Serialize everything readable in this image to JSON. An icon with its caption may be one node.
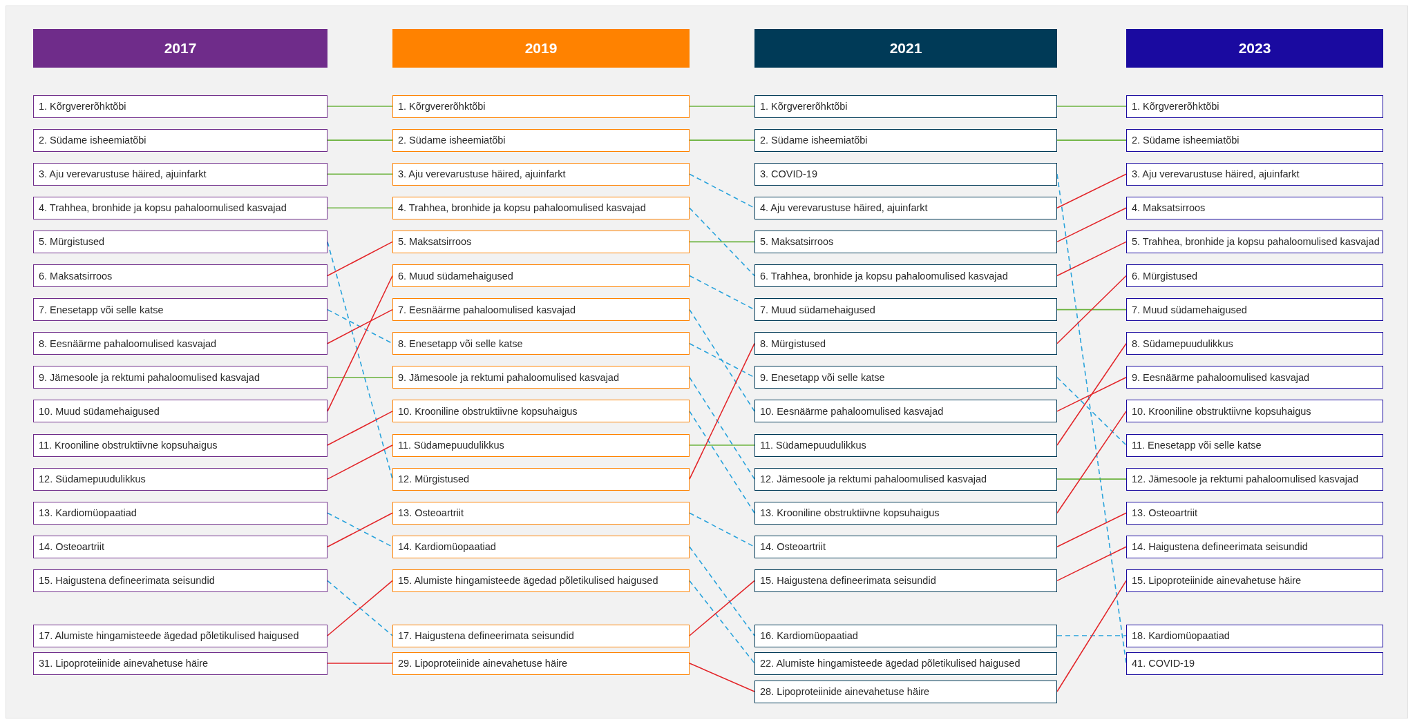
{
  "diagram": {
    "nodes": [
      {
        "text": [
          "2017"
        ]
      },
      {
        "text": [
          "1. Kõrgvererõhktõbi"
        ]
      },
      {
        "text": [
          "2. Südame isheemiatõbi"
        ]
      },
      {
        "text": [
          "3. Aju verevarustuse häired, ajuinfarkt"
        ]
      },
      {
        "text": [
          "4. Trahhea, bronhide ja kopsu pahaloomulised kasvajad"
        ]
      },
      {
        "text": [
          "5. Mürgistused"
        ]
      },
      {
        "text": [
          "6. Maksatsirroos"
        ]
      },
      {
        "text": [
          "7. Enesetapp või selle katse"
        ]
      },
      {
        "text": [
          "8. Eesnäärme pahaloomulised kasvajad"
        ]
      },
      {
        "text": [
          "9. Jämesoole ja rektumi pahaloomulised kasvajad"
        ]
      },
      {
        "text": [
          "10. Muud südamehaigused"
        ]
      },
      {
        "text": [
          "11. Krooniline obstruktiivne kopsuhaigus"
        ]
      },
      {
        "text": [
          "12. Südamepuudulikkus"
        ]
      },
      {
        "text": [
          "13. Kardiomüopaatiad"
        ]
      },
      {
        "text": [
          "14. Osteoartriit"
        ]
      },
      {
        "text": [
          "15. Haigustena defineerimata seisundid"
        ]
      },
      {
        "text": [
          "17. Alumiste hingamisteede ägedad põletikulised haigused"
        ]
      },
      {
        "text": [
          "31. Lipoproteiinide ainevahetuse häire"
        ]
      },
      {
        "text": [
          "2019"
        ]
      },
      {
        "text": [
          "1. Kõrgvererõhktõbi"
        ]
      },
      {
        "text": [
          "2. Südame isheemiatõbi"
        ]
      },
      {
        "text": [
          "3. Aju verevarustuse häired, ajuinfarkt"
        ]
      },
      {
        "text": [
          "4. Trahhea, bronhide ja kopsu pahaloomulised kasvajad"
        ]
      },
      {
        "text": [
          "5. Maksatsirroos"
        ]
      },
      {
        "text": [
          "6. Muud südamehaigused"
        ]
      },
      {
        "text": [
          "7. Eesnäärme pahaloomulised kasvajad"
        ]
      },
      {
        "text": [
          "8. Enesetapp või selle katse"
        ]
      },
      {
        "text": [
          "9. Jämesoole ja rektumi pahaloomulised kasvajad"
        ]
      },
      {
        "text": [
          "10. Krooniline obstruktiivne kopsuhaigus"
        ]
      },
      {
        "text": [
          "11. Südamepuudulikkus"
        ]
      },
      {
        "text": [
          "12. Mürgistused"
        ]
      },
      {
        "text": [
          "13. Osteoartriit"
        ]
      },
      {
        "text": [
          "14. Kardiomüopaatiad"
        ]
      },
      {
        "text": [
          "15. Alumiste hingamisteede ägedad põletikulised haigused"
        ]
      },
      {
        "text": [
          "17. Haigustena defineerimata seisundid"
        ]
      },
      {
        "text": [
          "29. Lipoproteiinide ainevahetuse häire"
        ]
      },
      {
        "text": [
          "2021"
        ]
      },
      {
        "text": [
          "1. Kõrgvererõhktõbi"
        ]
      },
      {
        "text": [
          "2. Südame isheemiatõbi"
        ]
      },
      {
        "text": [
          "3. COVID-19"
        ]
      },
      {
        "text": [
          "4. Aju verevarustuse häired, ajuinfarkt"
        ]
      },
      {
        "text": [
          "5. Maksatsirroos"
        ]
      },
      {
        "text": [
          "6. Trahhea, bronhide ja kopsu pahaloomulised kasvajad"
        ]
      },
      {
        "text": [
          "7. Muud südamehaigused"
        ]
      },
      {
        "text": [
          "8. Mürgistused"
        ]
      },
      {
        "text": [
          "9. Enesetapp või selle katse"
        ]
      },
      {
        "text": [
          "10. Eesnäärme pahaloomulised kasvajad"
        ]
      },
      {
        "text": [
          "11. Südamepuudulikkus"
        ]
      },
      {
        "text": [
          "12. Jämesoole ja rektumi pahaloomulised kasvajad"
        ]
      },
      {
        "text": [
          "13. Krooniline obstruktiivne kopsuhaigus"
        ]
      },
      {
        "text": [
          "14. Osteoartriit"
        ]
      },
      {
        "text": [
          "15. Haigustena defineerimata seisundid"
        ]
      },
      {
        "text": [
          "16. Kardiomüopaatiad"
        ]
      },
      {
        "text": [
          "22. Alumiste hingamisteede ägedad põletikulised haigused"
        ]
      },
      {
        "text": [
          "28. Lipoproteiinide ainevahetuse häire"
        ]
      },
      {
        "text": [
          "2023"
        ]
      },
      {
        "text": [
          "1. Kõrgvererõhktõbi"
        ]
      },
      {
        "text": [
          "2. Südame isheemiatõbi"
        ]
      },
      {
        "text": [
          "3. Aju verevarustuse häired, ajuinfarkt"
        ]
      },
      {
        "text": [
          "4. Maksatsirroos"
        ]
      },
      {
        "text": [
          "5. Trahhea, bronhide ja kopsu pahaloomulised kasvajad"
        ]
      },
      {
        "text": [
          "6. Mürgistused"
        ]
      },
      {
        "text": [
          "7. Muud südamehaigused"
        ]
      },
      {
        "text": [
          "8. Südamepuudulikkus"
        ]
      },
      {
        "text": [
          "9. Eesnäärme pahaloomulised kasvajad"
        ]
      },
      {
        "text": [
          "10. Krooniline obstruktiivne kopsuhaigus"
        ]
      },
      {
        "text": [
          "11. Enesetapp või selle katse"
        ]
      },
      {
        "text": [
          "12. Jämesoole ja rektumi pahaloomulised kasvajad"
        ]
      },
      {
        "text": [
          "13. Osteoartriit"
        ]
      },
      {
        "text": [
          "14. Haigustena defineerimata seisundid"
        ]
      },
      {
        "text": [
          "15. Lipoproteiinide ainevahetuse häire"
        ]
      },
      {
        "text": [
          "18. Kardiomüopaatiad"
        ]
      },
      {
        "text": [
          "41. COVID-19"
        ]
      }
    ],
    "edges": [
      {
        "from": 1,
        "to": 19,
        "arrow": "none",
        "color": "#6cb33f"
      },
      {
        "from": 2,
        "to": 20,
        "arrow": "none",
        "color": "#6cb33f"
      },
      {
        "from": 3,
        "to": 21,
        "arrow": "none",
        "color": "#6cb33f"
      },
      {
        "from": 4,
        "to": 22,
        "arrow": "none",
        "color": "#6cb33f"
      },
      {
        "from": 5,
        "to": 30,
        "arrow": "none",
        "style": "dashed",
        "color": "#29a3dc"
      },
      {
        "from": 6,
        "to": 23,
        "arrow": "none"
      },
      {
        "from": 7,
        "to": 26,
        "arrow": "none",
        "style": "dashed",
        "color": "#29a3dc"
      },
      {
        "from": 8,
        "to": 25,
        "arrow": "none"
      },
      {
        "from": 9,
        "to": 27,
        "arrow": "none",
        "color": "#6cb33f"
      },
      {
        "from": 10,
        "to": 24,
        "arrow": "none"
      },
      {
        "from": 11,
        "to": 28,
        "arrow": "none"
      },
      {
        "from": 12,
        "to": 29,
        "arrow": "none"
      },
      {
        "from": 13,
        "to": 32,
        "arrow": "none",
        "style": "dashed",
        "color": "#29a3dc"
      },
      {
        "from": 14,
        "to": 31,
        "arrow": "none"
      },
      {
        "from": 15,
        "to": 34,
        "arrow": "none",
        "style": "dashed",
        "color": "#29a3dc"
      },
      {
        "from": 16,
        "to": 33,
        "arrow": "none"
      },
      {
        "from": 17,
        "to": 35,
        "arrow": "none"
      },
      {
        "from": 19,
        "to": 37,
        "arrow": "none",
        "color": "#6cb33f"
      },
      {
        "from": 20,
        "to": 38,
        "arrow": "none",
        "color": "#6cb33f"
      },
      {
        "from": 21,
        "to": 40,
        "arrow": "none",
        "style": "dashed",
        "color": "#29a3dc"
      },
      {
        "from": 22,
        "to": 42,
        "arrow": "none",
        "style": "dashed",
        "color": "#29a3dc"
      },
      {
        "from": 23,
        "to": 41,
        "arrow": "none",
        "color": "#6cb33f"
      },
      {
        "from": 24,
        "to": 43,
        "arrow": "none",
        "style": "dashed",
        "color": "#29a3dc"
      },
      {
        "from": 25,
        "to": 46,
        "arrow": "none",
        "style": "dashed",
        "color": "#29a3dc"
      },
      {
        "from": 26,
        "to": 45,
        "arrow": "none",
        "style": "dashed",
        "color": "#29a3dc"
      },
      {
        "from": 27,
        "to": 48,
        "arrow": "none",
        "style": "dashed",
        "color": "#29a3dc"
      },
      {
        "from": 28,
        "to": 49,
        "arrow": "none",
        "style": "dashed",
        "color": "#29a3dc"
      },
      {
        "from": 29,
        "to": 47,
        "arrow": "none",
        "color": "#6cb33f"
      },
      {
        "from": 30,
        "to": 44,
        "arrow": "none"
      },
      {
        "from": 31,
        "to": 50,
        "arrow": "none",
        "style": "dashed",
        "color": "#29a3dc"
      },
      {
        "from": 32,
        "to": 52,
        "arrow": "none",
        "style": "dashed",
        "color": "#29a3dc"
      },
      {
        "from": 33,
        "to": 53,
        "arrow": "none",
        "style": "dashed",
        "color": "#29a3dc"
      },
      {
        "from": 34,
        "to": 51,
        "arrow": "none"
      },
      {
        "from": 35,
        "to": 54,
        "arrow": "none"
      },
      {
        "from": 37,
        "to": 56,
        "arrow": "none",
        "color": "#6cb33f"
      },
      {
        "from": 38,
        "to": 57,
        "arrow": "none",
        "color": "#6cb33f"
      },
      {
        "from": 39,
        "to": 72,
        "arrow": "none",
        "style": "dashed",
        "color": "#29a3dc"
      },
      {
        "from": 40,
        "to": 58,
        "arrow": "none"
      },
      {
        "from": 41,
        "to": 59,
        "arrow": "none"
      },
      {
        "from": 42,
        "to": 60,
        "arrow": "none"
      },
      {
        "from": 43,
        "to": 62,
        "arrow": "none",
        "color": "#6cb33f"
      },
      {
        "from": 44,
        "to": 61,
        "arrow": "none"
      },
      {
        "from": 45,
        "to": 66,
        "arrow": "none",
        "style": "dashed",
        "color": "#29a3dc"
      },
      {
        "from": 46,
        "to": 64,
        "arrow": "none"
      },
      {
        "from": 47,
        "to": 63,
        "arrow": "none"
      },
      {
        "from": 48,
        "to": 67,
        "arrow": "none",
        "color": "#6cb33f"
      },
      {
        "from": 49,
        "to": 65,
        "arrow": "none"
      },
      {
        "from": 50,
        "to": 68,
        "arrow": "none"
      },
      {
        "from": 51,
        "to": 69,
        "arrow": "none"
      },
      {
        "from": 52,
        "to": 71,
        "arrow": "none",
        "style": "dashed",
        "color": "#29a3dc"
      },
      {
        "from": 54,
        "to": 70,
        "arrow": "none"
      }
    ]
  }
}
